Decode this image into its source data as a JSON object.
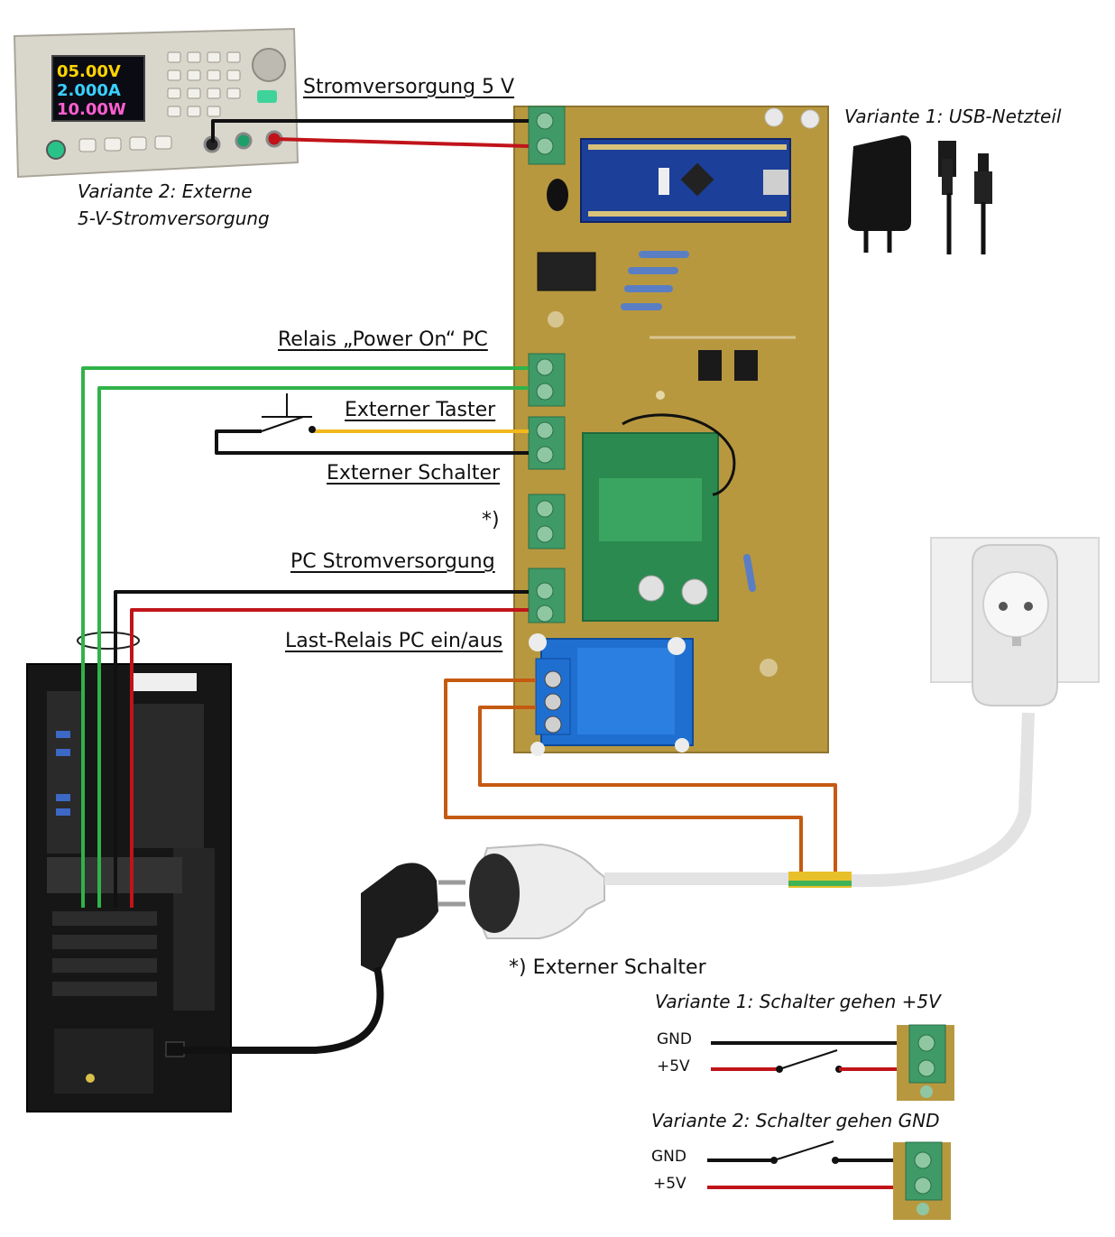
{
  "labels": {
    "stromversorgung": "Stromversorgung 5 V",
    "variante1_usb": "Variante 1: USB-Netzteil",
    "variante2_line1": "Variante 2: Externe",
    "variante2_line2": "5-V-Stromversorgung",
    "relais_power_on": "Relais „Power On“ PC",
    "externer_taster": "Externer Taster",
    "externer_schalter": "Externer Schalter",
    "star_marker": "*)",
    "pc_stromversorgung": "PC Stromversorgung",
    "last_relais": "Last-Relais PC ein/aus",
    "footnote": "*) Externer Schalter",
    "v1_switch_title": "Variante 1: Schalter gehen +5V",
    "v2_switch_title": "Variante 2: Schalter gehen GND",
    "gnd": "GND",
    "plus5v": "+5V"
  },
  "psu_display": {
    "voltage": "05.00V",
    "current": "2.000A",
    "power": "10.00W"
  },
  "colors": {
    "wire_black": "#111111",
    "wire_red": "#c0141a",
    "wire_green": "#2fb34a",
    "wire_yellow": "#f2b81c",
    "wire_brown": "#c55a11",
    "pcb": "#b8983f",
    "terminal": "#3f9a67"
  }
}
